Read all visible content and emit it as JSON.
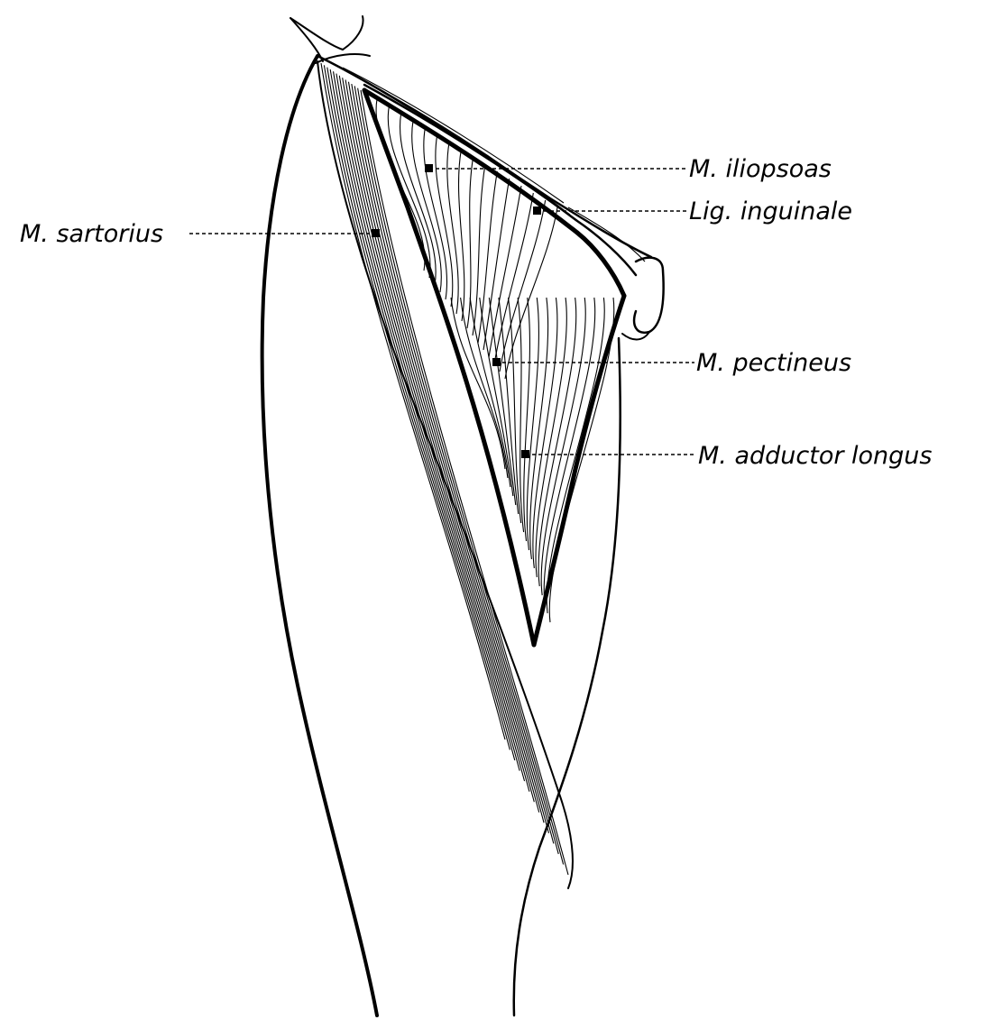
{
  "figure": {
    "labels": {
      "iliopsoas": "M. iliopsoas",
      "inguinale": "Lig. inguinale",
      "sartorius": "M. sartorius",
      "pectineus": "M. pectineus",
      "adductor_longus": "M. adductor longus"
    }
  },
  "colors": {
    "line": "#000000",
    "background": "#ffffff"
  }
}
